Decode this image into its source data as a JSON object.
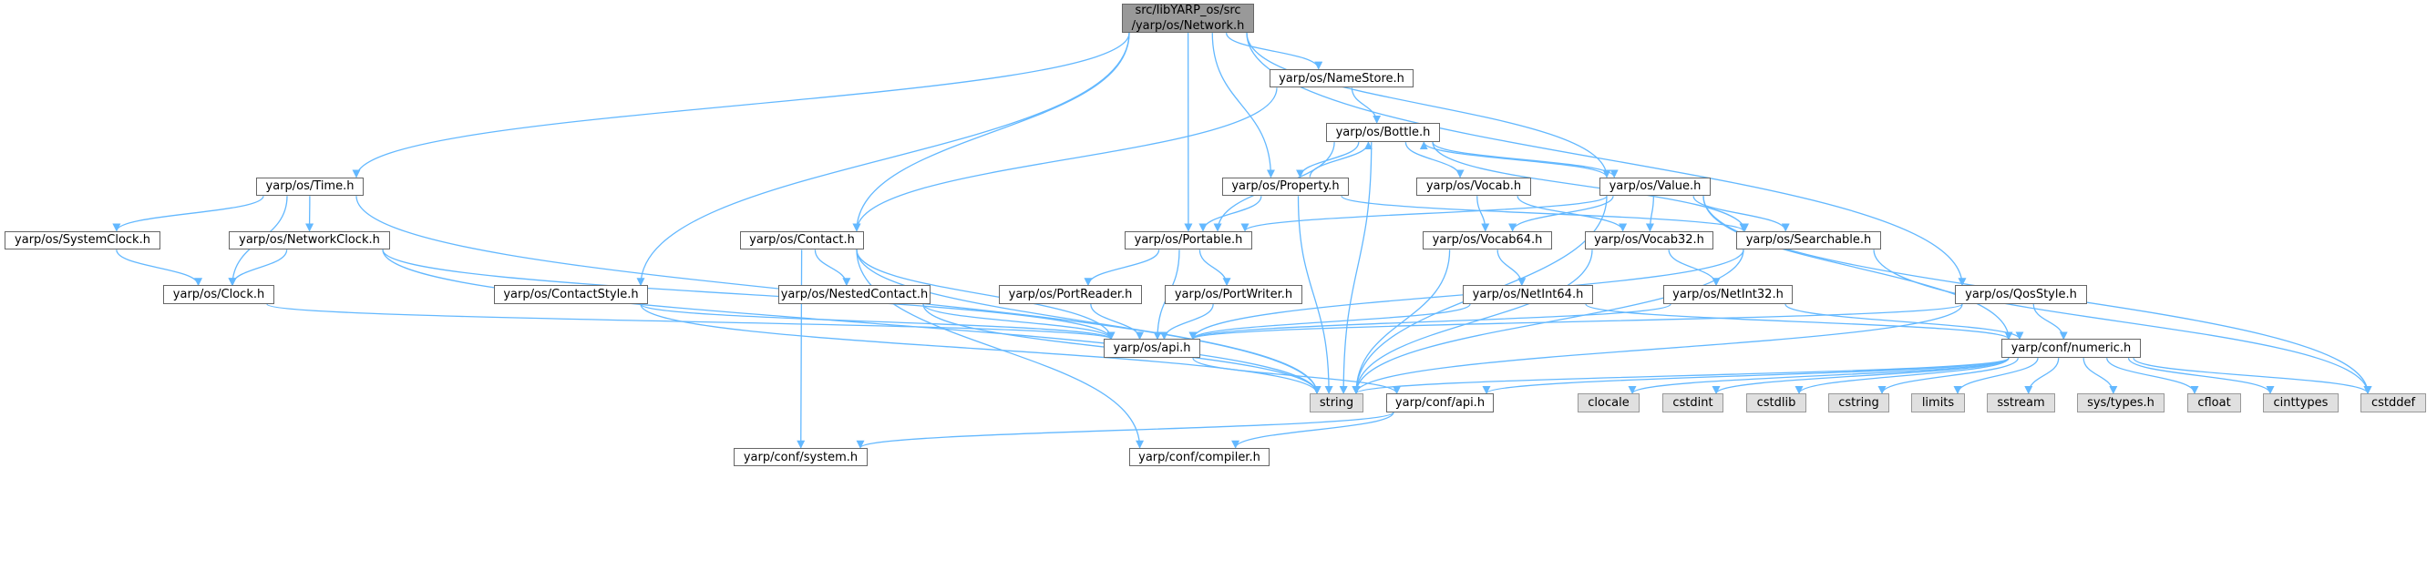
{
  "graph": {
    "edge_color": "#63b8ff",
    "root_fill": "#999999",
    "external_fill": "#e0e0e0",
    "nodes": {
      "network": {
        "label": "src/libYARP_os/src",
        "label2": "/yarp/os/Network.h",
        "kind": "root"
      },
      "namestore": {
        "label": "yarp/os/NameStore.h"
      },
      "bottle": {
        "label": "yarp/os/Bottle.h"
      },
      "time": {
        "label": "yarp/os/Time.h"
      },
      "property": {
        "label": "yarp/os/Property.h"
      },
      "vocab": {
        "label": "yarp/os/Vocab.h"
      },
      "value": {
        "label": "yarp/os/Value.h"
      },
      "systemclock": {
        "label": "yarp/os/SystemClock.h"
      },
      "networkclock": {
        "label": "yarp/os/NetworkClock.h"
      },
      "contact": {
        "label": "yarp/os/Contact.h"
      },
      "portable": {
        "label": "yarp/os/Portable.h"
      },
      "vocab64": {
        "label": "yarp/os/Vocab64.h"
      },
      "vocab32": {
        "label": "yarp/os/Vocab32.h"
      },
      "searchable": {
        "label": "yarp/os/Searchable.h"
      },
      "clock": {
        "label": "yarp/os/Clock.h"
      },
      "contactstyle": {
        "label": "yarp/os/ContactStyle.h"
      },
      "nestedcontact": {
        "label": "yarp/os/NestedContact.h"
      },
      "portreader": {
        "label": "yarp/os/PortReader.h"
      },
      "portwriter": {
        "label": "yarp/os/PortWriter.h"
      },
      "netint64": {
        "label": "yarp/os/NetInt64.h"
      },
      "netint32": {
        "label": "yarp/os/NetInt32.h"
      },
      "qosstyle": {
        "label": "yarp/os/QosStyle.h"
      },
      "osapi": {
        "label": "yarp/os/api.h"
      },
      "numeric": {
        "label": "yarp/conf/numeric.h"
      },
      "string": {
        "label": "string",
        "kind": "ext"
      },
      "confapi": {
        "label": "yarp/conf/api.h"
      },
      "clocale": {
        "label": "clocale",
        "kind": "ext"
      },
      "cstdint": {
        "label": "cstdint",
        "kind": "ext"
      },
      "cstdlib": {
        "label": "cstdlib",
        "kind": "ext"
      },
      "cstring": {
        "label": "cstring",
        "kind": "ext"
      },
      "limits": {
        "label": "limits",
        "kind": "ext"
      },
      "sstream": {
        "label": "sstream",
        "kind": "ext"
      },
      "systypes": {
        "label": "sys/types.h",
        "kind": "ext"
      },
      "cfloat": {
        "label": "cfloat",
        "kind": "ext"
      },
      "cinttypes": {
        "label": "cinttypes",
        "kind": "ext"
      },
      "cstddef": {
        "label": "cstddef",
        "kind": "ext"
      },
      "system": {
        "label": "yarp/conf/system.h"
      },
      "compiler": {
        "label": "yarp/conf/compiler.h"
      }
    },
    "edges": [
      [
        "network",
        "time"
      ],
      [
        "network",
        "contactstyle"
      ],
      [
        "network",
        "contact"
      ],
      [
        "network",
        "portable"
      ],
      [
        "network",
        "property"
      ],
      [
        "network",
        "namestore"
      ],
      [
        "network",
        "value"
      ],
      [
        "network",
        "qosstyle"
      ],
      [
        "time",
        "systemclock"
      ],
      [
        "time",
        "clock"
      ],
      [
        "time",
        "networkclock"
      ],
      [
        "time",
        "string"
      ],
      [
        "systemclock",
        "clock"
      ],
      [
        "networkclock",
        "clock"
      ],
      [
        "networkclock",
        "osapi"
      ],
      [
        "networkclock",
        "string"
      ],
      [
        "clock",
        "osapi"
      ],
      [
        "contactstyle",
        "osapi"
      ],
      [
        "contactstyle",
        "string"
      ],
      [
        "contact",
        "nestedcontact"
      ],
      [
        "contact",
        "osapi"
      ],
      [
        "contact",
        "string"
      ],
      [
        "contact",
        "system"
      ],
      [
        "contact",
        "compiler"
      ],
      [
        "nestedcontact",
        "osapi"
      ],
      [
        "nestedcontact",
        "string"
      ],
      [
        "namestore",
        "contact"
      ],
      [
        "namestore",
        "bottle"
      ],
      [
        "bottle",
        "property"
      ],
      [
        "bottle",
        "portable"
      ],
      [
        "bottle",
        "string"
      ],
      [
        "bottle",
        "vocab"
      ],
      [
        "bottle",
        "value"
      ],
      [
        "bottle",
        "searchable"
      ],
      [
        "property",
        "bottle"
      ],
      [
        "property",
        "portable"
      ],
      [
        "property",
        "string"
      ],
      [
        "property",
        "searchable"
      ],
      [
        "value",
        "bottle"
      ],
      [
        "value",
        "portable"
      ],
      [
        "value",
        "vocab64"
      ],
      [
        "value",
        "vocab32"
      ],
      [
        "value",
        "searchable"
      ],
      [
        "value",
        "string"
      ],
      [
        "value",
        "numeric"
      ],
      [
        "value",
        "cstddef"
      ],
      [
        "vocab",
        "vocab64"
      ],
      [
        "vocab",
        "vocab32"
      ],
      [
        "portable",
        "portreader"
      ],
      [
        "portable",
        "portwriter"
      ],
      [
        "portable",
        "osapi"
      ],
      [
        "portreader",
        "osapi"
      ],
      [
        "portwriter",
        "osapi"
      ],
      [
        "vocab64",
        "netint64"
      ],
      [
        "vocab64",
        "string"
      ],
      [
        "vocab32",
        "netint32"
      ],
      [
        "vocab32",
        "string"
      ],
      [
        "netint64",
        "osapi"
      ],
      [
        "netint64",
        "numeric"
      ],
      [
        "netint32",
        "osapi"
      ],
      [
        "netint32",
        "numeric"
      ],
      [
        "searchable",
        "osapi"
      ],
      [
        "searchable",
        "string"
      ],
      [
        "searchable",
        "cstddef"
      ],
      [
        "qosstyle",
        "osapi"
      ],
      [
        "qosstyle",
        "numeric"
      ],
      [
        "qosstyle",
        "string"
      ],
      [
        "osapi",
        "confapi"
      ],
      [
        "confapi",
        "system"
      ],
      [
        "confapi",
        "compiler"
      ],
      [
        "numeric",
        "string"
      ],
      [
        "numeric",
        "confapi"
      ],
      [
        "numeric",
        "clocale"
      ],
      [
        "numeric",
        "cstdint"
      ],
      [
        "numeric",
        "cstdlib"
      ],
      [
        "numeric",
        "cstring"
      ],
      [
        "numeric",
        "limits"
      ],
      [
        "numeric",
        "sstream"
      ],
      [
        "numeric",
        "systypes"
      ],
      [
        "numeric",
        "cfloat"
      ],
      [
        "numeric",
        "cinttypes"
      ],
      [
        "numeric",
        "cstddef"
      ]
    ]
  }
}
